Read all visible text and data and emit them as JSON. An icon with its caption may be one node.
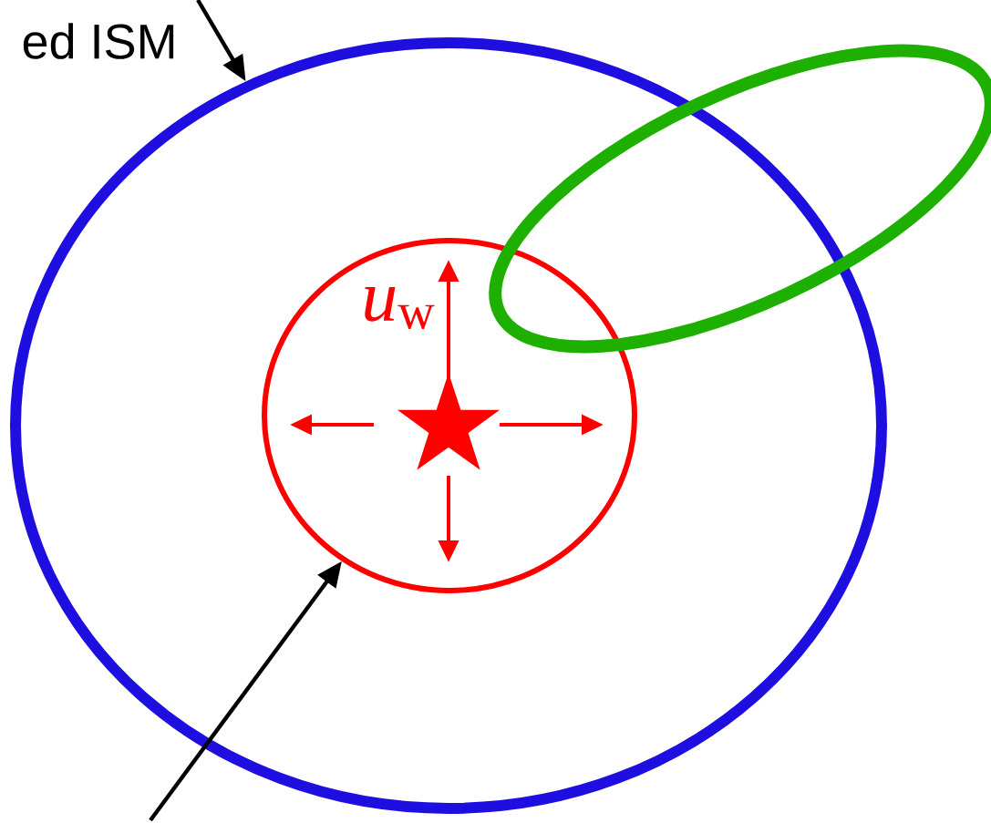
{
  "diagram": {
    "nodes": [
      {
        "text": [],
        "shape": "circle"
      },
      {
        "text": [],
        "shape": "circle",
        "in": 0
      },
      {
        "text": [],
        "shape": "ellipse"
      },
      {
        "text": [],
        "shape": "star",
        "in": 1
      }
    ],
    "edges": [
      {
        "from": null,
        "to": 0,
        "arrow": "to"
      },
      {
        "from": null,
        "to": 1,
        "arrow": "to"
      }
    ],
    "labels": [
      "ed ISM",
      "*u*$_{w}$"
    ]
  }
}
